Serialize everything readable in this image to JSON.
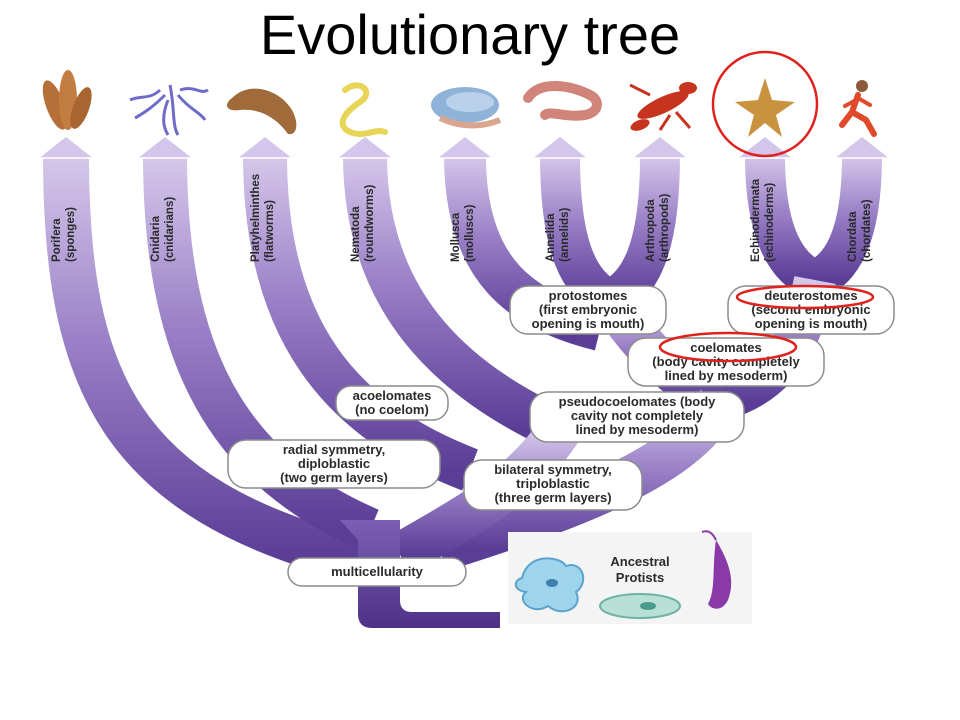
{
  "title": "Evolutionary tree",
  "colors": {
    "branch_light": "#c9b7e2",
    "branch_dark": "#5a3d96",
    "highlight": "#e0221e"
  },
  "phyla": [
    {
      "name": "Porifera",
      "common": "(sponges)",
      "icon": "sponge-icon"
    },
    {
      "name": "Cnidaria",
      "common": "(cnidarians)",
      "icon": "jellyfish-icon"
    },
    {
      "name": "Platyhelminthes",
      "common": "(flatworms)",
      "icon": "flatworm-icon"
    },
    {
      "name": "Nematoda",
      "common": "(roundworms)",
      "icon": "roundworm-icon"
    },
    {
      "name": "Mollusca",
      "common": "(molluscs)",
      "icon": "snail-icon"
    },
    {
      "name": "Annelida",
      "common": "(annelids)",
      "icon": "earthworm-icon"
    },
    {
      "name": "Arthropoda",
      "common": "(arthropods)",
      "icon": "lobster-icon"
    },
    {
      "name": "Echinodermata",
      "common": "(echinoderms)",
      "icon": "starfish-icon"
    },
    {
      "name": "Chordata",
      "common": "(chordates)",
      "icon": "runner-icon"
    }
  ],
  "labels": {
    "protostomes": [
      "protostomes",
      "(first embryonic",
      "opening is mouth)"
    ],
    "deuterostomes": [
      "deuterostomes",
      "(second embryonic",
      "opening is mouth)"
    ],
    "coelomates": [
      "coelomates",
      "(body cavity completely",
      "lined by mesoderm)"
    ],
    "acoelomates": [
      "acoelomates",
      "(no coelom)"
    ],
    "pseudocoelomates": [
      "pseudocoelomates (body",
      "cavity not completely",
      "lined by mesoderm)"
    ],
    "radial": [
      "radial symmetry,",
      "diploblastic",
      "(two germ layers)"
    ],
    "bilateral": [
      "bilateral symmetry,",
      "triploblastic",
      "(three germ layers)"
    ],
    "multicellularity": [
      "multicellularity"
    ],
    "ancestral": [
      "Ancestral",
      "Protists"
    ]
  }
}
